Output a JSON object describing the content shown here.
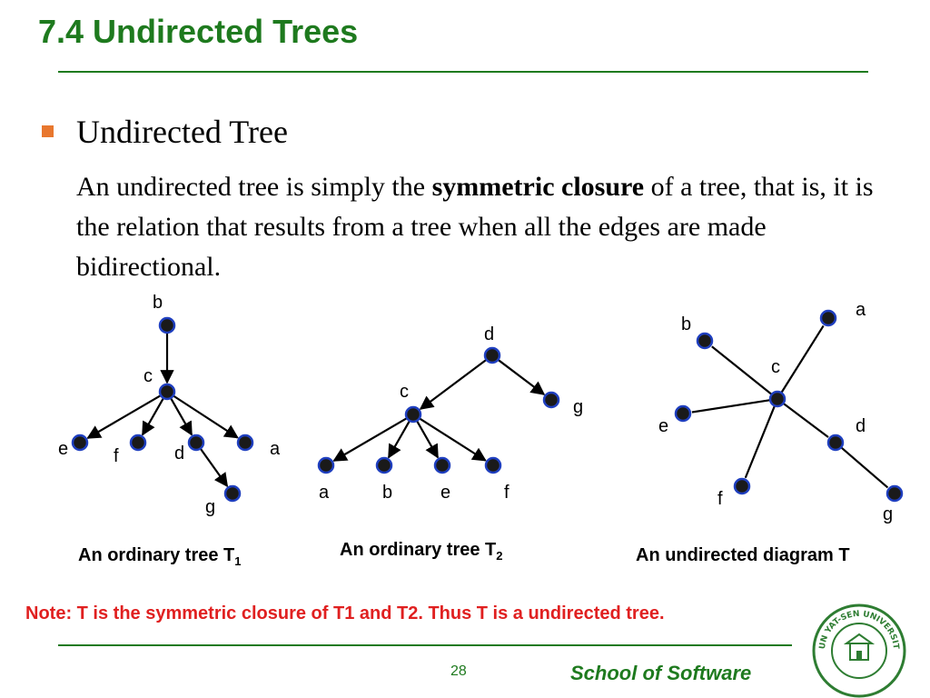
{
  "slide": {
    "title": "7.4 Undirected Trees",
    "bullet_heading": "Undirected Tree",
    "paragraph": {
      "before": "An undirected tree is simply the ",
      "bold": "symmetric closure",
      "after": " of a tree, that is, it is the relation that results from a tree when all the edges are made bidirectional."
    },
    "note": "Note:  T is the symmetric closure of T1 and T2.  Thus T is a undirected tree.",
    "page_number": "28",
    "footer": "School of Software",
    "logo_text": "SUN YAT-SEN UNIVERSITY"
  },
  "colors": {
    "title_green": "#1e7a1e",
    "bullet_orange": "#e8772e",
    "note_red": "#e02020",
    "node_fill": "#1a1a1a",
    "node_ring": "#1f3fbf"
  },
  "diagrams": {
    "t1": {
      "caption_main": "An ordinary tree T",
      "caption_sub": "1",
      "nodes": [
        "b",
        "c",
        "e",
        "f",
        "d",
        "a",
        "g"
      ],
      "edges": [
        [
          "b",
          "c"
        ],
        [
          "c",
          "e"
        ],
        [
          "c",
          "f"
        ],
        [
          "c",
          "d"
        ],
        [
          "c",
          "a"
        ],
        [
          "d",
          "g"
        ]
      ],
      "directed": true
    },
    "t2": {
      "caption_main": "An ordinary tree T",
      "caption_sub": "2",
      "nodes": [
        "d",
        "c",
        "g",
        "a",
        "b",
        "e",
        "f"
      ],
      "edges": [
        [
          "d",
          "c"
        ],
        [
          "d",
          "g"
        ],
        [
          "c",
          "a"
        ],
        [
          "c",
          "b"
        ],
        [
          "c",
          "e"
        ],
        [
          "c",
          "f"
        ]
      ],
      "directed": true
    },
    "t": {
      "caption": "An undirected diagram T",
      "nodes": [
        "a",
        "b",
        "c",
        "e",
        "d",
        "f",
        "g"
      ],
      "edges": [
        [
          "c",
          "a"
        ],
        [
          "c",
          "b"
        ],
        [
          "c",
          "e"
        ],
        [
          "c",
          "d"
        ],
        [
          "c",
          "f"
        ],
        [
          "d",
          "g"
        ]
      ],
      "directed": false
    }
  }
}
